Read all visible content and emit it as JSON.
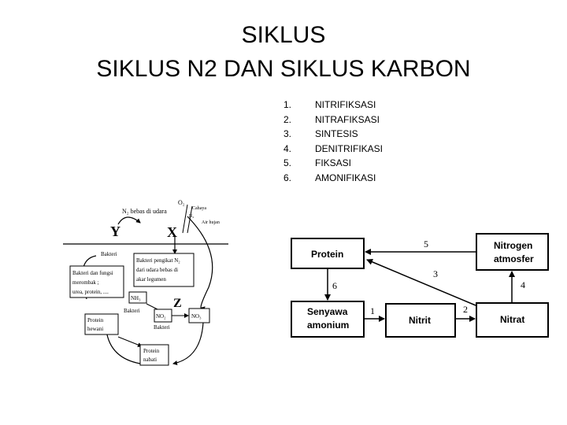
{
  "slide": {
    "title_line1": "SIKLUS",
    "title_line2": "SIKLUS N2 DAN SIKLUS KARBON"
  },
  "steps": [
    {
      "num": "1.",
      "label": "NITRIFIKSASI"
    },
    {
      "num": "2.",
      "label": "NITRAFIKSASI"
    },
    {
      "num": "3.",
      "label": "SINTESIS"
    },
    {
      "num": "4.",
      "label": "DENITRIFIKASI"
    },
    {
      "num": "5.",
      "label": "FIKSASI"
    },
    {
      "num": "6.",
      "label": "AMONIFIKASI"
    }
  ],
  "left_diagram": {
    "n2_free_air": "N₂ bebas di udara",
    "o2": "O₂",
    "light": "Cahaya",
    "n2_small": "N₂",
    "rain": "Air hujan",
    "y": "Y",
    "x": "X",
    "z": "Z",
    "bacteria": "Bakteri",
    "bacteria_fungi_1": "Bakteri dan fungsi",
    "bacteria_fungi_2": "merombak ;",
    "bacteria_fungi_3": "urea, protein, ....",
    "fixer_1": "Bakteri pengikat N₂",
    "fixer_2": "dari udara bebas di",
    "fixer_3": "akar legumen",
    "nh3": "NH₃",
    "bakteri_left": "Bakteri",
    "no2": "NO₂",
    "bakteri_below": "Bakteri",
    "no3": "NO₃",
    "animal_protein_1": "Protein",
    "animal_protein_2": "hewani",
    "plant_protein_1": "Protein",
    "plant_protein_2": "nabati"
  },
  "right_diagram": {
    "protein": "Protein",
    "nitrogen_1": "Nitrogen",
    "nitrogen_2": "atmosfer",
    "ammonium_1": "Senyawa",
    "ammonium_2": "amonium",
    "nitrite": "Nitrit",
    "nitrate": "Nitrat",
    "n1": "1",
    "n2": "2",
    "n3": "3",
    "n4": "4",
    "n5": "5",
    "n6": "6"
  }
}
